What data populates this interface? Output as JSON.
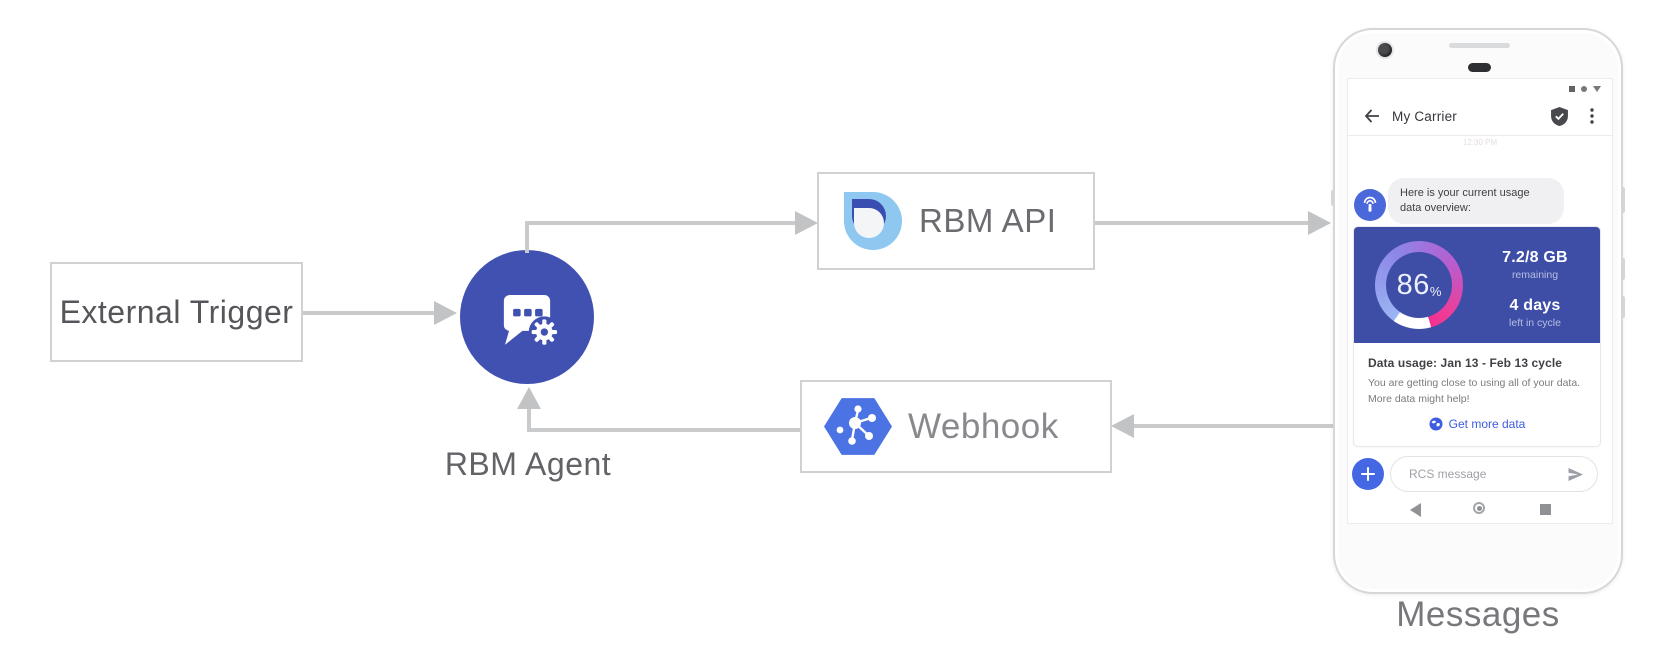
{
  "diagram": {
    "external_trigger_label": "External Trigger",
    "rbm_agent_label": "RBM Agent",
    "rbm_api_label": "RBM API",
    "webhook_label": "Webhook",
    "device_caption": "Messages",
    "flow": [
      "External Trigger -> RBM Agent",
      "RBM Agent -> RBM API",
      "RBM API -> Messages phone",
      "Messages phone -> Webhook",
      "Webhook -> RBM Agent"
    ],
    "colors": {
      "agent_indigo": "#4051b2",
      "arrow_gray": "#c9cacc",
      "box_border": "#d0d1d3",
      "webhook_hex_blue": "#4b73e4",
      "api_logo_light_blue": "#8ec7f0",
      "api_logo_dark_blue": "#3a4db0"
    }
  },
  "phone": {
    "header": {
      "title": "My Carrier"
    },
    "timestamp_faint": "12:30 PM",
    "message_bubble_text": "Here is your current usage data overview:",
    "usage_card": {
      "percent_value": "86",
      "percent_unit": "%",
      "percent_numeric": 86,
      "remaining_value": "7.2/8 GB",
      "remaining_label": "remaining",
      "cycle_value": "4 days",
      "cycle_label": "left in cycle",
      "usage_title": "Data usage: Jan 13 - Feb 13 cycle",
      "usage_body": "You are getting close to using all of your data. More data might help!",
      "action_label": "Get more data"
    },
    "compose": {
      "placeholder": "RCS message"
    },
    "colors": {
      "card_indigo": "#3e4ea7",
      "gauge_start_blue": "#9bb5f3",
      "gauge_purple": "#b75ed0",
      "gauge_pink": "#ee3d97",
      "gauge_remaining_white": "#ffffff",
      "avatar_blue": "#4a68d9",
      "compose_blue": "#4468e4",
      "link_blue": "#3d5ce2"
    }
  }
}
